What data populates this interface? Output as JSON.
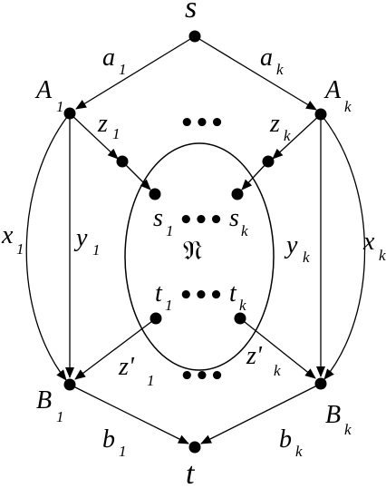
{
  "diagram": {
    "nodes": {
      "s": "s",
      "t": "t",
      "A1": {
        "main": "A",
        "sub": "1"
      },
      "Ak": {
        "main": "A",
        "sub": "k"
      },
      "B1": {
        "main": "B",
        "sub": "1"
      },
      "Bk": {
        "main": "B",
        "sub": "k"
      },
      "s1": {
        "main": "s",
        "sub": "1"
      },
      "sk": {
        "main": "s",
        "sub": "k"
      },
      "t1": {
        "main": "t",
        "sub": "1"
      },
      "tk": {
        "main": "t",
        "sub": "k"
      },
      "center": "𝔑"
    },
    "edges": {
      "a1": {
        "main": "a",
        "sub": "1"
      },
      "ak": {
        "main": "a",
        "sub": "k"
      },
      "b1": {
        "main": "b",
        "sub": "1"
      },
      "bk": {
        "main": "b",
        "sub": "k"
      },
      "x1": {
        "main": "x",
        "sub": "1"
      },
      "xk": {
        "main": "x",
        "sub": "k"
      },
      "y1": {
        "main": "y",
        "sub": "1"
      },
      "yk": {
        "main": "y",
        "sub": "k"
      },
      "z1": {
        "main": "z",
        "sub": "1"
      },
      "zk": {
        "main": "z",
        "sub": "k"
      },
      "zp1": {
        "main": "z'",
        "sub": "1"
      },
      "zpk": {
        "main": "z'",
        "sub": "k"
      }
    },
    "ellipsis": "•••",
    "colors": {
      "ink": "#000000",
      "background": "#ffffff"
    }
  }
}
